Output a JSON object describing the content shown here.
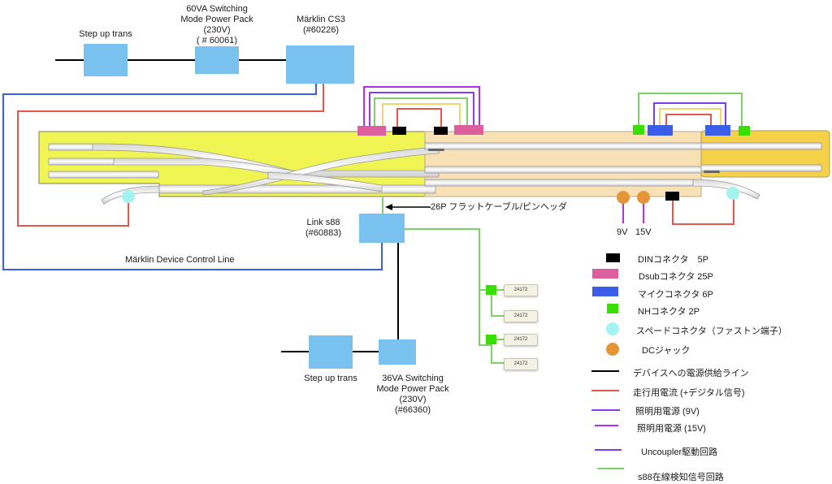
{
  "colors": {
    "device_box": "#79c2f0",
    "power_line": "#000000",
    "track_current": "#e2594a",
    "light_9v": "#8a3cf0",
    "light_15v": "#b82cf0",
    "uncoupler": "#7b3cf0",
    "s88_line": "#7fcf6a",
    "control_line": "#3a5ee8",
    "board_left": "#f1f553",
    "board_mid": "#f8e1b4",
    "board_right": "#f5d14a",
    "din": "#000000",
    "dsub": "#db5f9c",
    "mic": "#3a5ee8",
    "nh": "#38e000",
    "spade": "#a3f3ee",
    "dc_jack": "#e69438"
  },
  "devices": {
    "step_up_top": "Step up trans",
    "pack_60va": [
      "60VA Switching",
      "Mode Power Pack",
      "(230V)",
      "( # 60061)"
    ],
    "cs3": [
      "Märklin CS3",
      "(#60226)"
    ],
    "link_s88": [
      "Link s88",
      "(#60883)"
    ],
    "step_up_bottom": "Step up trans",
    "pack_36va": [
      "36VA Switching",
      "Mode Power Pack",
      "(230V)",
      "(#66360)"
    ]
  },
  "annotations": {
    "control_line": "Märklin Device Control Line",
    "flat_cable": "26P フラットケーブル/ピンヘッダ",
    "jack_9v": "9V",
    "jack_15v": "15V"
  },
  "sensors": [
    "24172",
    "24172",
    "24172",
    "24172"
  ],
  "legend": {
    "connectors": [
      {
        "icon": "din-connector-icon",
        "label": "DINコネクタ　5P"
      },
      {
        "icon": "dsub-connector-icon",
        "label": "Dsubコネクタ 25P"
      },
      {
        "icon": "mic-connector-icon",
        "label": "マイクコネクタ 6P"
      },
      {
        "icon": "nh-connector-icon",
        "label": "NHコネクタ 2P"
      },
      {
        "icon": "spade-connector-icon",
        "label": "スペードコネクタ（ファストン端子）"
      },
      {
        "icon": "dc-jack-icon",
        "label": "DCジャック"
      }
    ],
    "lines": [
      {
        "icon": "power-line-icon",
        "label": "デバイスへの電源供給ライン"
      },
      {
        "icon": "track-current-line-icon",
        "label": "走行用電流 (+デジタル信号)"
      },
      {
        "icon": "light-9v-line-icon",
        "label": "照明用電源 (9V)"
      },
      {
        "icon": "light-15v-line-icon",
        "label": "照明用電源 (15V)"
      },
      {
        "icon": "uncoupler-line-icon",
        "label": "Uncoupler駆動回路"
      },
      {
        "icon": "s88-line-icon",
        "label": "s88在線検知信号回路"
      }
    ]
  }
}
